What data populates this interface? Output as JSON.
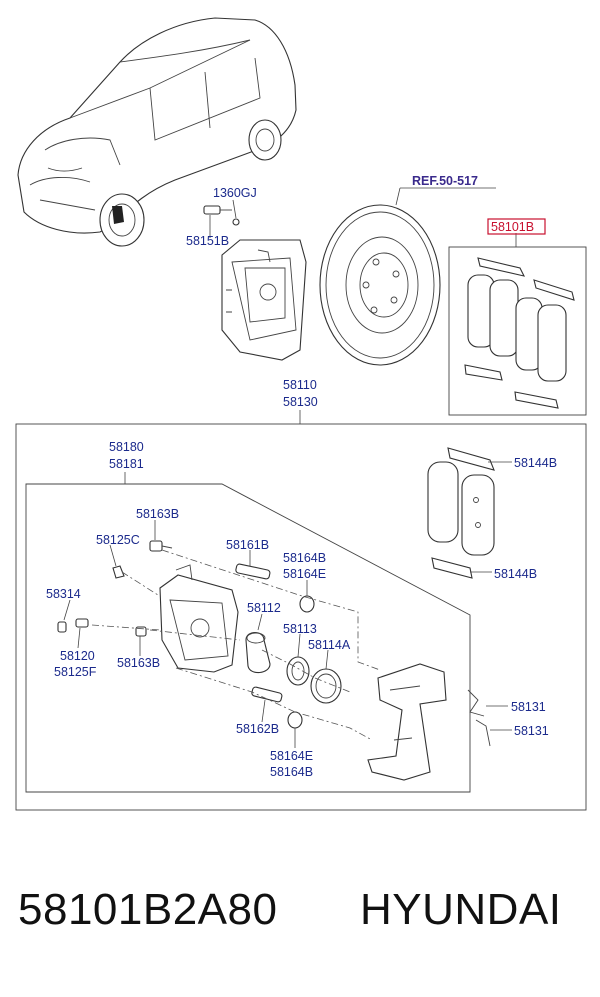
{
  "diagram": {
    "ref_label": "REF.50-517",
    "highlight_label": "58101B",
    "labels": {
      "l_1360gj": "1360GJ",
      "l_58151b": "58151B",
      "l_58110": "58110",
      "l_58130": "58130",
      "l_58180": "58180",
      "l_58181": "58181",
      "l_58163b_top": "58163B",
      "l_58125c": "58125C",
      "l_58161b": "58161B",
      "l_58164b_top": "58164B",
      "l_58164e_top": "58164E",
      "l_58314": "58314",
      "l_58112": "58112",
      "l_58113": "58113",
      "l_58114a": "58114A",
      "l_58120": "58120",
      "l_58125f": "58125F",
      "l_58163b_bot": "58163B",
      "l_58162b": "58162B",
      "l_58164e_bot": "58164E",
      "l_58164b_bot": "58164B",
      "l_58144b_top": "58144B",
      "l_58144b_bot": "58144B",
      "l_58131_top": "58131",
      "l_58131_bot": "58131"
    }
  },
  "footer": {
    "part_number": "58101B2A80",
    "brand": "HYUNDAI"
  }
}
